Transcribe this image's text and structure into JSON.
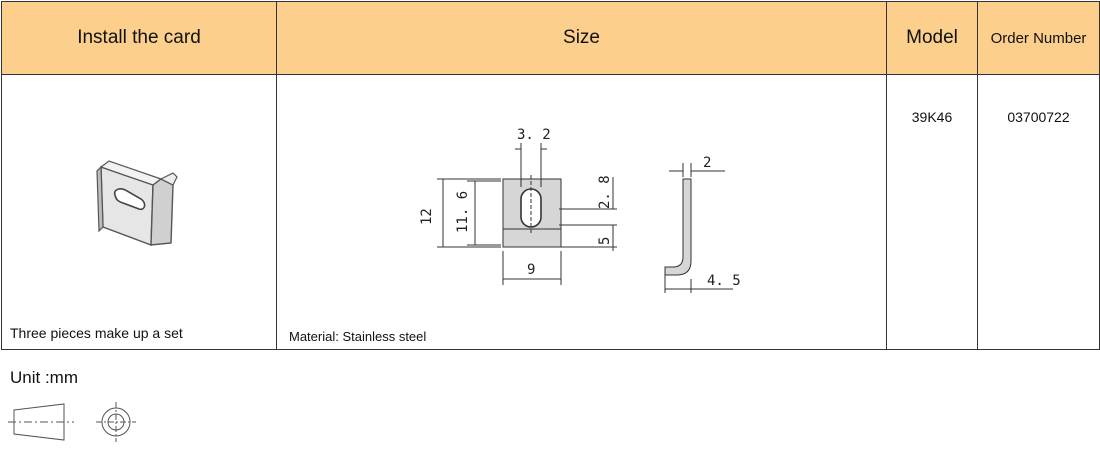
{
  "table": {
    "headers": {
      "install": "Install the card",
      "size": "Size",
      "model": "Model",
      "order": "Order Number"
    },
    "row": {
      "install_note": "Three pieces make up a set",
      "material": "Material: Stainless steel",
      "model": "39K46",
      "order_number": "03700722"
    }
  },
  "drawing": {
    "dims": {
      "slot_width": "3. 2",
      "top_offset": "2. 8",
      "thickness": "2",
      "height_total": "12",
      "height_inner": "11. 6",
      "bottom_offset": "5",
      "width": "9",
      "depth": "4. 5"
    }
  },
  "footer": {
    "unit": "Unit :mm"
  },
  "colors": {
    "header_bg": "#fcd08c",
    "part_fill": "#d6d6d6",
    "line": "#333333"
  }
}
